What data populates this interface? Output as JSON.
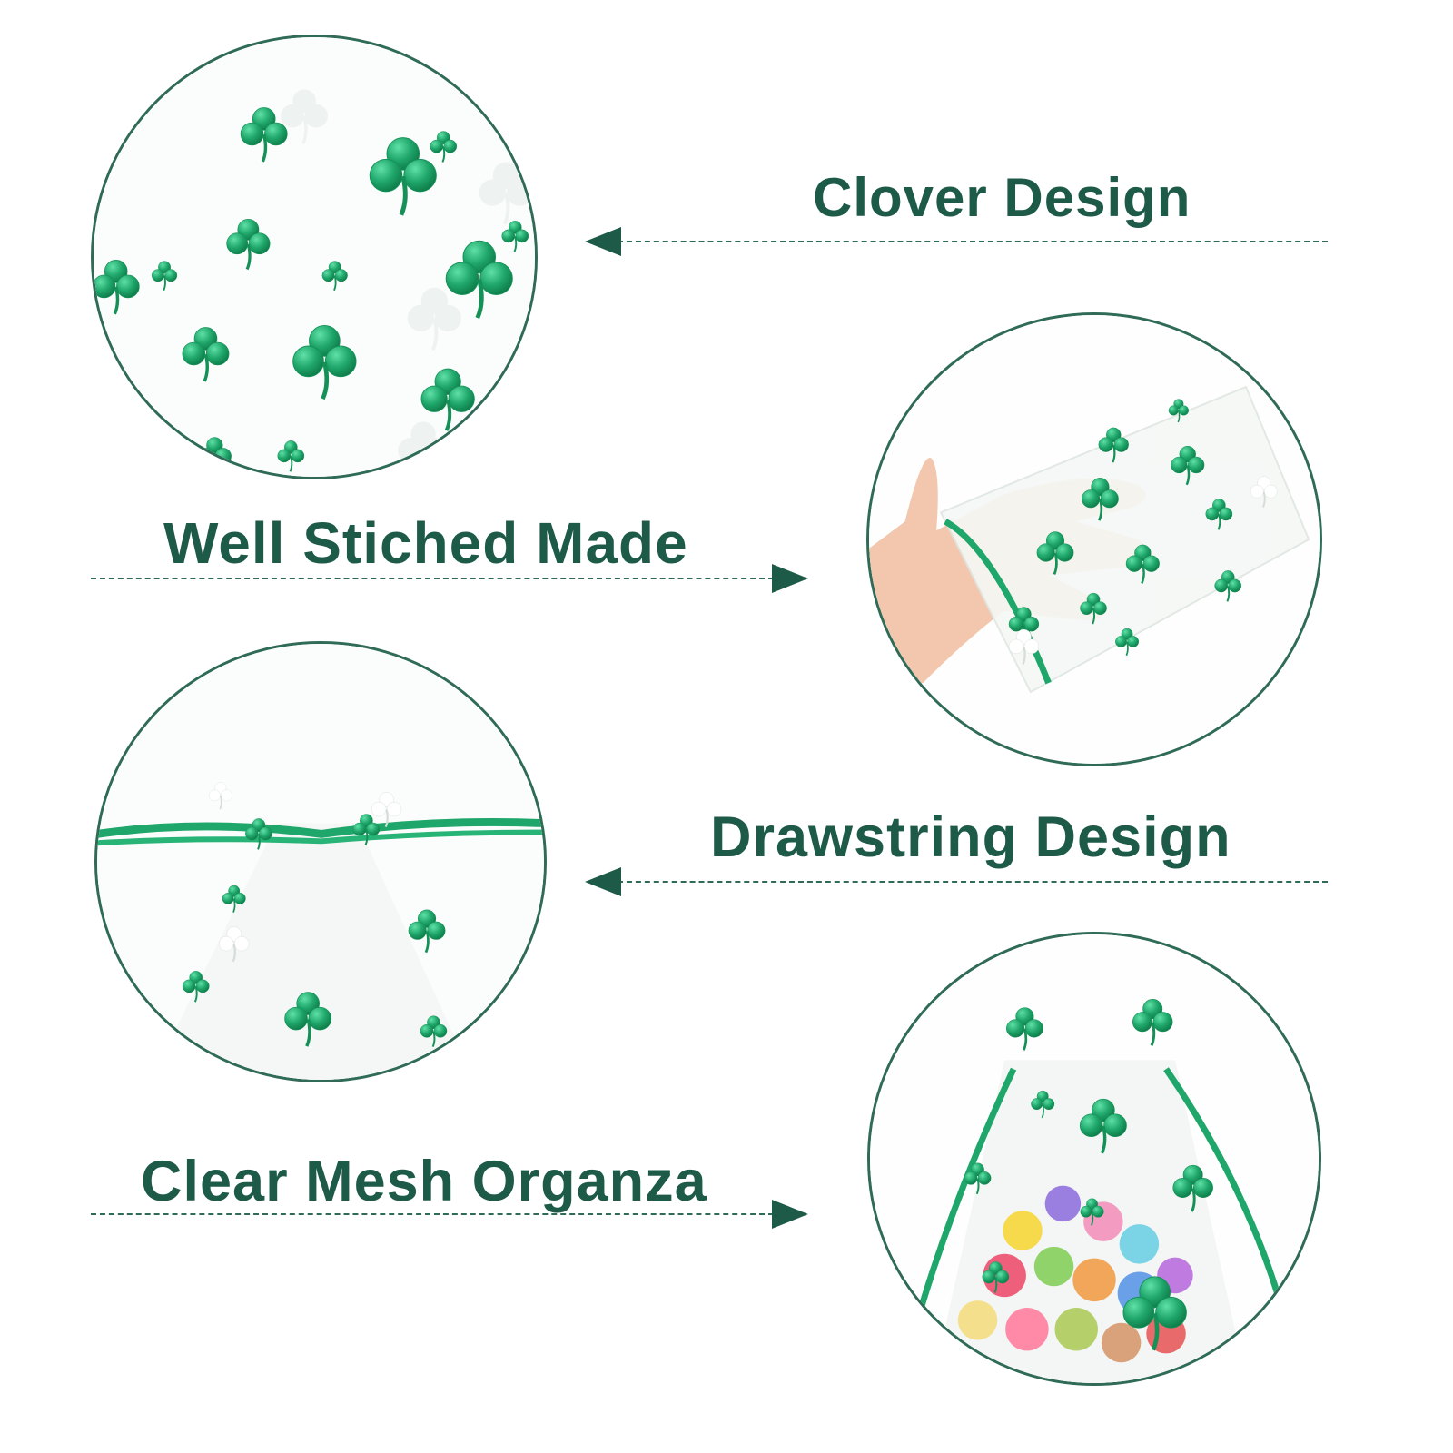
{
  "features": [
    {
      "label": "Clover Design",
      "photo": "clover-fabric-closeup"
    },
    {
      "label": "Well Stiched Made",
      "photo": "bag-on-hand"
    },
    {
      "label": "Drawstring Design",
      "photo": "drawstring-closeup"
    },
    {
      "label": "Clear Mesh Organza",
      "photo": "bag-with-candy"
    }
  ],
  "colors": {
    "accent": "#1d5a47",
    "clover": "#1fa66a",
    "border": "#2f6b56"
  }
}
